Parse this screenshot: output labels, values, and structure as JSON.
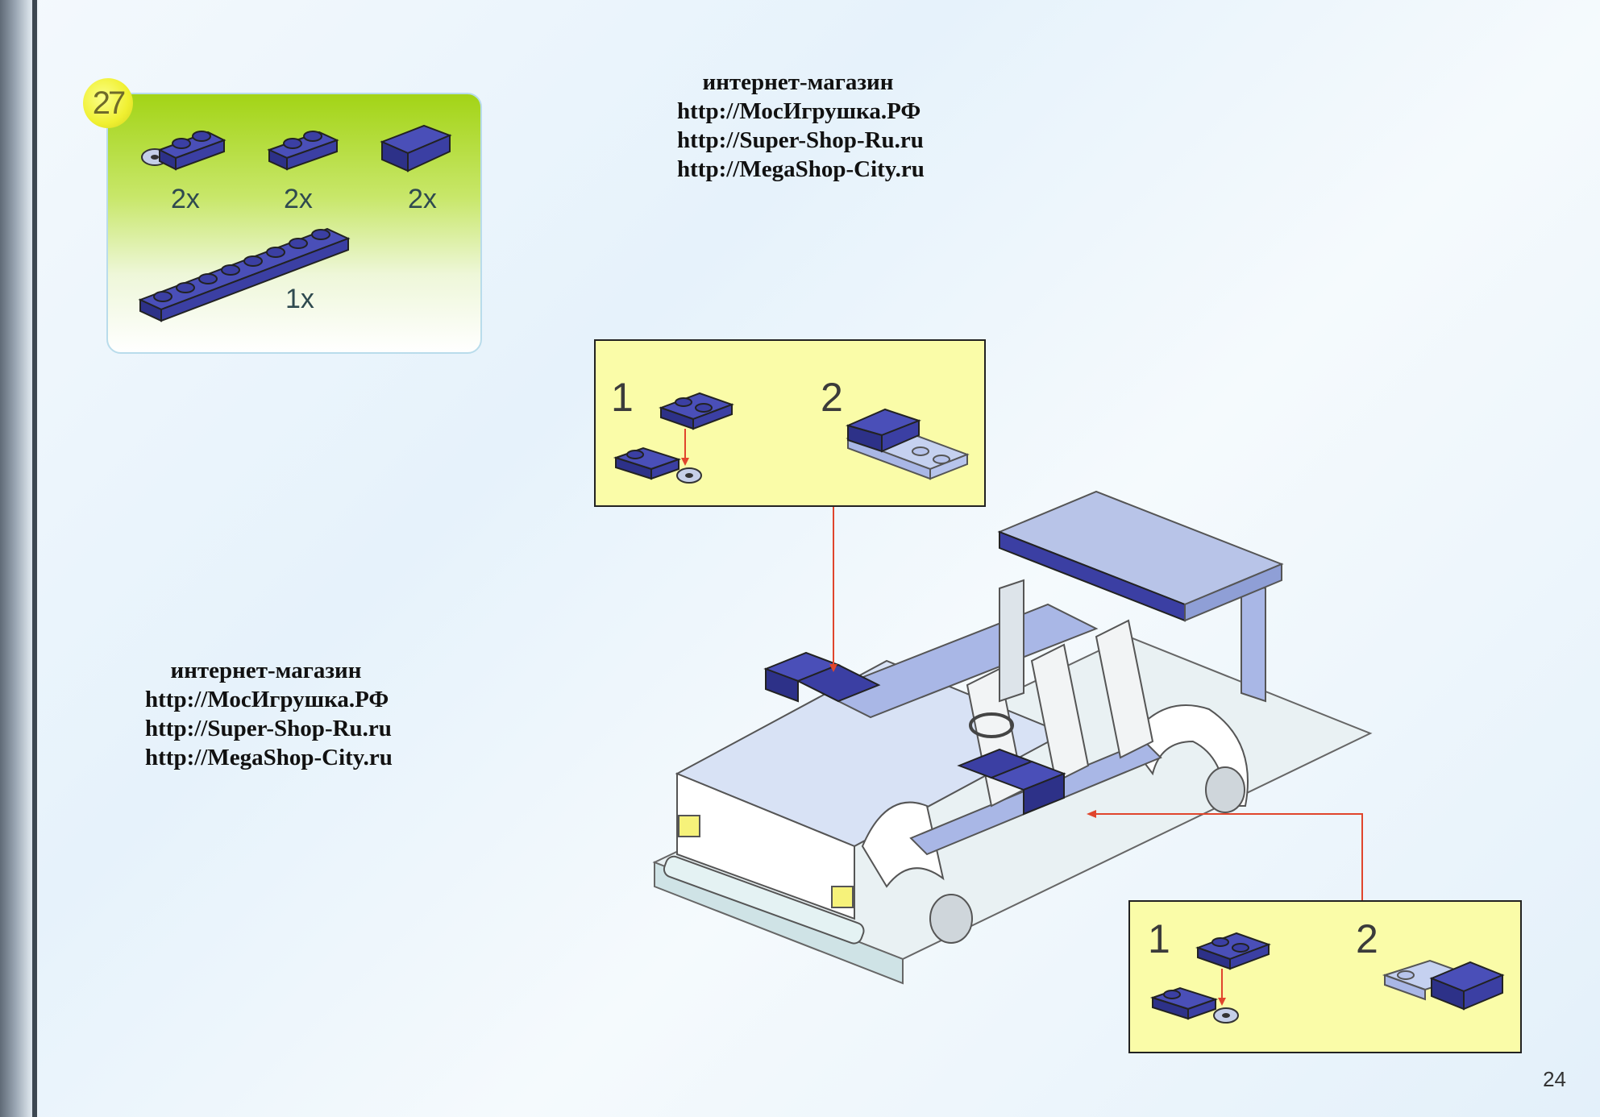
{
  "ad_top": {
    "line1": "интернет-магазин",
    "line2": "http://МосИгрушка.РФ",
    "line3": "http://Super-Shop-Ru.ru",
    "line4": "http://MegaShop-City.ru"
  },
  "ad_left": {
    "line1": "интернет-магазин",
    "line2": "http://МосИгрушка.РФ",
    "line3": "http://Super-Shop-Ru.ru",
    "line4": "http://MegaShop-City.ru"
  },
  "step": {
    "number": "27",
    "parts": [
      {
        "qty": "2x"
      },
      {
        "qty": "2x"
      },
      {
        "qty": "2x"
      },
      {
        "qty": "1x"
      }
    ]
  },
  "substep_top": {
    "step1": "1",
    "step2": "2"
  },
  "substep_bottom": {
    "step1": "1",
    "step2": "2"
  },
  "page_number": "24",
  "colors": {
    "brick_blue": "#3b3fa3",
    "brick_light_blue": "#a9b7e6",
    "panel_yellow": "#fafca8",
    "arrow_red": "#e0452c",
    "badge_yellow": "#f0f031"
  }
}
